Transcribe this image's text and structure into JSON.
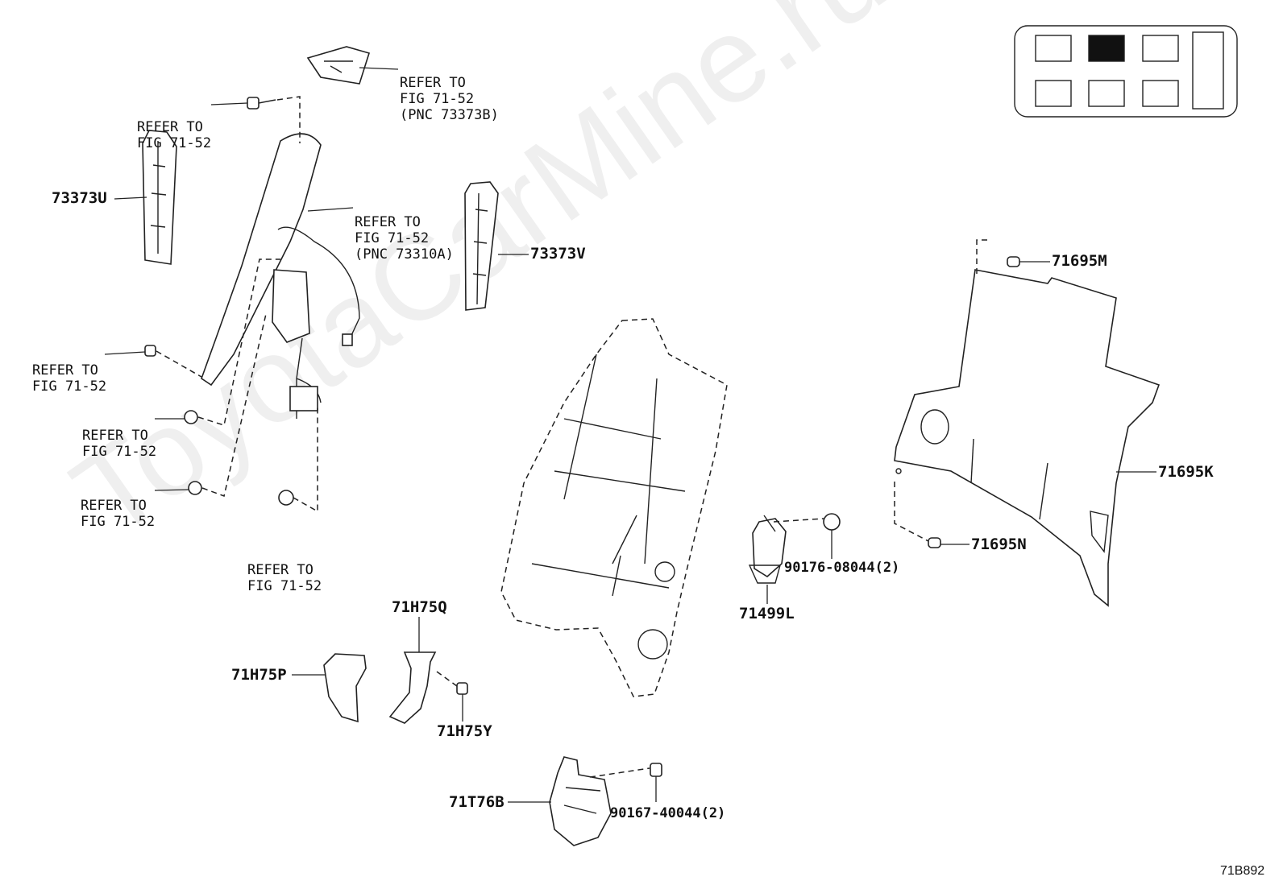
{
  "watermark": "ToyotaCarMine.ru",
  "figure_code": "71B892",
  "refs": {
    "r1": [
      "REFER TO",
      "FIG 71-52",
      "(PNC 73373B)"
    ],
    "r2": [
      "REFER TO",
      "FIG 71-52"
    ],
    "r3": [
      "REFER TO",
      "FIG 71-52",
      "(PNC 73310A)"
    ],
    "r4": [
      "REFER TO",
      "FIG 71-52"
    ],
    "r5": [
      "REFER TO",
      "FIG 71-52"
    ],
    "r6": [
      "REFER TO",
      "FIG 71-52"
    ],
    "r7": [
      "REFER TO",
      "FIG 71-52"
    ]
  },
  "parts": {
    "p73373u": "73373U",
    "p73373v": "73373V",
    "p71695m": "71695M",
    "p71695k": "71695K",
    "p71695n": "71695N",
    "p90176": "90176-08044(2)",
    "p71499l": "71499L",
    "p71h75q": "71H75Q",
    "p71h75p": "71H75P",
    "p71h75y": "71H75Y",
    "p71t76b": "71T76B",
    "p90167": "90167-40044(2)"
  }
}
